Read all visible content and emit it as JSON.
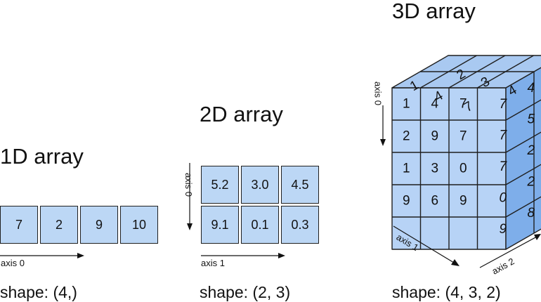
{
  "array1d": {
    "title": "1D array",
    "values": [
      "7",
      "2",
      "9",
      "10"
    ],
    "axis_label": "axis 0",
    "shape": "shape: (4,)"
  },
  "array2d": {
    "title": "2D array",
    "rows": [
      [
        "5.2",
        "3.0",
        "4.5"
      ],
      [
        "9.1",
        "0.1",
        "0.3"
      ]
    ],
    "axis0_label": "axis 0",
    "axis1_label": "axis 1",
    "shape": "shape: (2, 3)"
  },
  "array3d": {
    "title": "3D array",
    "front": [
      [
        "1",
        "4",
        "7"
      ],
      [
        "2",
        "9",
        "7"
      ],
      [
        "1",
        "3",
        "0"
      ],
      [
        "9",
        "6",
        "9"
      ]
    ],
    "side": [
      [
        "7",
        "4"
      ],
      [
        "7",
        "5"
      ],
      [
        "7",
        "2"
      ],
      [
        "0",
        "2"
      ],
      [
        "9",
        "8"
      ]
    ],
    "top": [
      "1",
      "2",
      "4",
      "3",
      "7",
      "4"
    ],
    "axis0_label": "axis 0",
    "axis1_label": "axis 1",
    "axis2_label": "axis 2",
    "shape": "shape: (4, 3, 2)"
  },
  "colors": {
    "cell": "#bcd7f5",
    "front_face": "#b7d3f6",
    "side_face": "#7eaeea",
    "top_face": "#a9c9f1",
    "border": "#1f1f1f"
  }
}
